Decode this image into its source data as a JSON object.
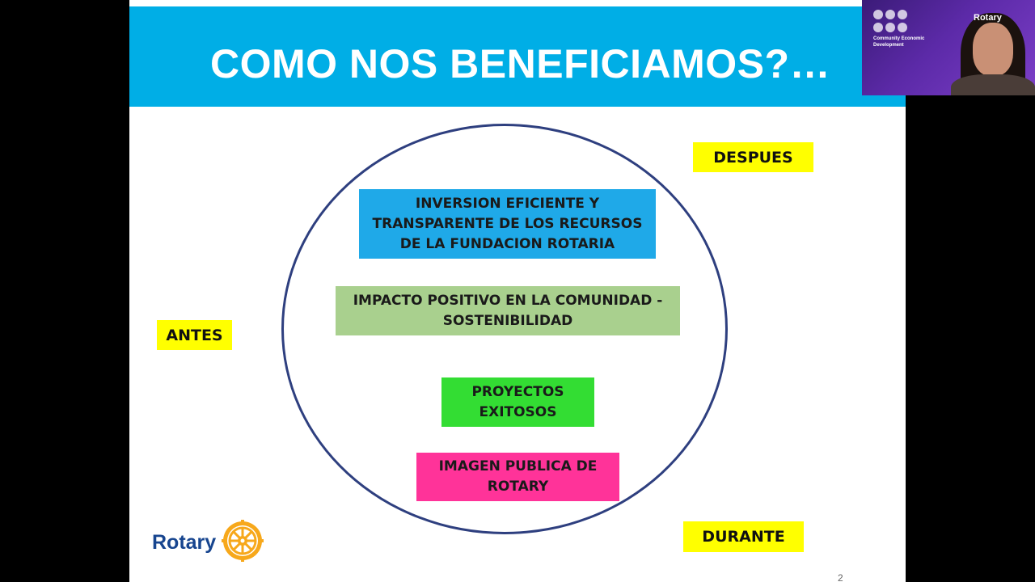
{
  "slide": {
    "title": "COMO NOS BENEFICIAMOS?…",
    "boxes": {
      "inversion": "INVERSION EFICIENTE Y TRANSPARENTE DE LOS RECURSOS DE LA FUNDACION ROTARIA",
      "impacto": "IMPACTO POSITIVO EN LA COMUNIDAD - SOSTENIBILIDAD",
      "proyectos": "PROYECTOS EXITOSOS",
      "imagen": "IMAGEN PUBLICA DE ROTARY"
    },
    "labels": {
      "despues": "DESPUES",
      "antes": "ANTES",
      "durante": "DURANTE"
    },
    "logo_text": "Rotary",
    "page_number": "2"
  },
  "webcam": {
    "caption": "Community Economic Development",
    "brand": "Rotary"
  },
  "colors": {
    "title_band": "#00aee6",
    "circle": "#2e3f7f",
    "box_blue": "#1fa9e8",
    "box_green": "#a9d08e",
    "box_lime": "#33dd33",
    "box_pink": "#ff3399",
    "label": "#ffff00",
    "rotary_blue": "#17458f",
    "rotary_gold": "#f7a81b"
  },
  "icons": {
    "logo": "rotary-wheel-icon"
  }
}
